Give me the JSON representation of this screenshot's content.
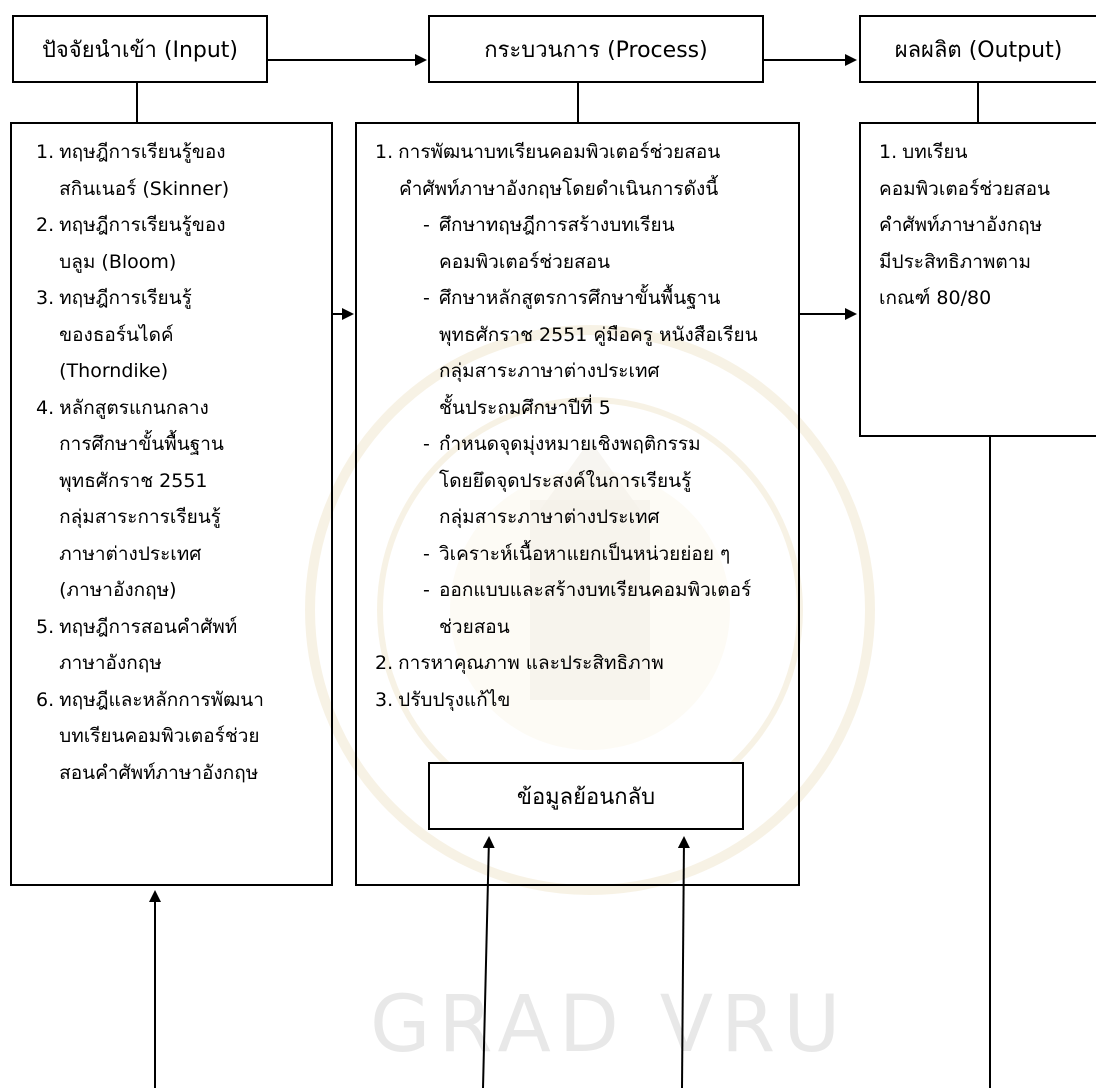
{
  "headers": {
    "input": "ปัจจัยนำเข้า (Input)",
    "process": "กระบวนการ (Process)",
    "output": "ผลผลิต (Output)"
  },
  "input_items": [
    {
      "num": "1.",
      "lines": [
        "ทฤษฎีการเรียนรู้ของ",
        "สกินเนอร์ (Skinner)"
      ]
    },
    {
      "num": "2.",
      "lines": [
        "ทฤษฎีการเรียนรู้ของ",
        "บลูม (Bloom)"
      ]
    },
    {
      "num": "3.",
      "lines": [
        "ทฤษฎีการเรียนรู้",
        "ของธอร์นไดค์",
        "(Thorndike)"
      ]
    },
    {
      "num": "4.",
      "lines": [
        "หลักสูตรแกนกลาง",
        "การศึกษาขั้นพื้นฐาน",
        "พุทธศักราช 2551",
        "กลุ่มสาระการเรียนรู้",
        "ภาษาต่างประเทศ",
        "(ภาษาอังกฤษ)"
      ]
    },
    {
      "num": "5.",
      "lines": [
        "ทฤษฎีการสอนคำศัพท์",
        "ภาษาอังกฤษ"
      ]
    },
    {
      "num": "6.",
      "lines": [
        "ทฤษฎีและหลักการพัฒนา",
        "บทเรียนคอมพิวเตอร์ช่วย",
        "สอนคำศัพท์ภาษาอังกฤษ"
      ]
    }
  ],
  "process": {
    "item1_num": "1.",
    "item1_lines": [
      "การพัฒนาบทเรียนคอมพิวเตอร์ช่วยสอน",
      "คำศัพท์ภาษาอังกฤษโดยดำเนินการดังนี้"
    ],
    "subitems": [
      {
        "dash": "-",
        "lines": [
          "ศึกษาทฤษฎีการสร้างบทเรียน",
          "คอมพิวเตอร์ช่วยสอน"
        ]
      },
      {
        "dash": "-",
        "lines": [
          "ศึกษาหลักสูตรการศึกษาขั้นพื้นฐาน",
          "พุทธศักราช 2551 คู่มือครู หนังสือเรียน",
          "กลุ่มสาระภาษาต่างประเทศ",
          "ชั้นประถมศึกษาปีที่ 5"
        ]
      },
      {
        "dash": "-",
        "lines": [
          "กำหนดจุดมุ่งหมายเชิงพฤติกรรม",
          "โดยยึดจุดประสงค์ในการเรียนรู้",
          "กลุ่มสาระภาษาต่างประเทศ"
        ]
      },
      {
        "dash": "-",
        "lines": [
          "วิเคราะห์เนื้อหาแยกเป็นหน่วยย่อย ๆ"
        ]
      },
      {
        "dash": "-",
        "lines": [
          "ออกแบบและสร้างบทเรียนคอมพิวเตอร์",
          "ช่วยสอน"
        ]
      }
    ],
    "item2_num": "2.",
    "item2": "การหาคุณภาพ และประสิทธิภาพ",
    "item3_num": "3.",
    "item3": "ปรับปรุงแก้ไข"
  },
  "output": {
    "num": "1.",
    "lines": [
      "บทเรียน",
      "คอมพิวเตอร์ช่วยสอน",
      "คำศัพท์ภาษาอังกฤษ",
      "มีประสิทธิภาพตาม",
      "เกณฑ์ 80/80"
    ]
  },
  "feedback": {
    "label": "ข้อมูลย้อนกลับ"
  },
  "watermark": {
    "text": "GRAD VRU",
    "color": "#c9a24a"
  }
}
